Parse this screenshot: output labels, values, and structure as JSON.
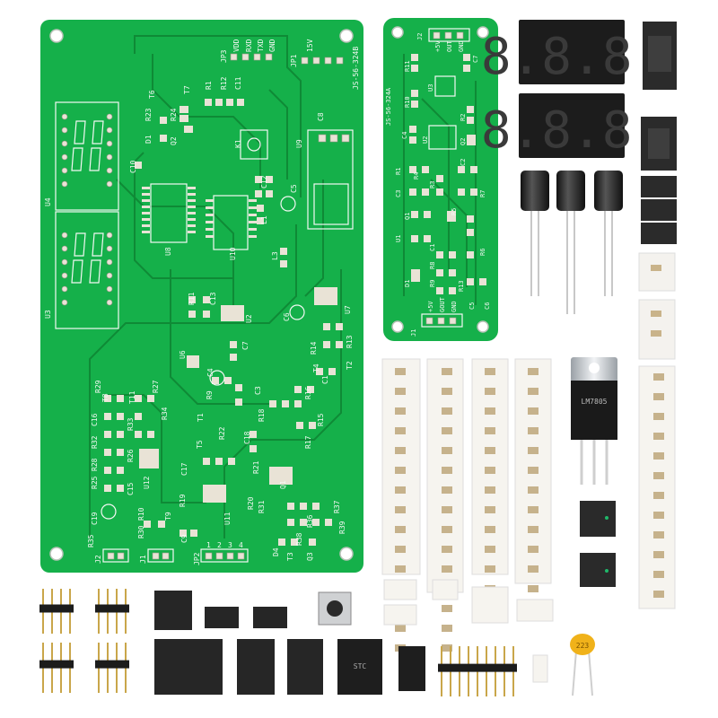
{
  "board_main": {
    "name": "JS-56-324B",
    "labels": [
      "U4",
      "U3",
      "U8",
      "U10",
      "U9",
      "C10",
      "C12",
      "C5",
      "C8",
      "L1",
      "L3",
      "K1",
      "T6",
      "T7",
      "R23",
      "R24",
      "D1",
      "Q2",
      "R1",
      "R12",
      "C11",
      "JP3",
      "JP1",
      "RXD",
      "TXD",
      "VDD",
      "GND",
      "15V",
      "R11",
      "C13",
      "U2",
      "C6",
      "U7",
      "U6",
      "C7",
      "C4",
      "R14",
      "R13",
      "T4",
      "T2",
      "C1",
      "R9",
      "C3",
      "R29",
      "T8",
      "C16",
      "R27",
      "R33",
      "R34",
      "R32",
      "T11",
      "R26",
      "R28",
      "U12",
      "R25",
      "C15",
      "C19",
      "R35",
      "J2",
      "R30",
      "J1",
      "R10",
      "T9",
      "C9",
      "JP2",
      "R19",
      "R20",
      "U11",
      "R22",
      "T5",
      "C17",
      "R21",
      "R18",
      "T1",
      "C18",
      "R16",
      "R17",
      "R15",
      "R31",
      "D4",
      "T3",
      "R36",
      "R37",
      "R39",
      "R38",
      "Q3",
      "Q1",
      "1",
      "2",
      "3",
      "4"
    ]
  },
  "board_small": {
    "name": "JS-56-324A",
    "labels": [
      "J2",
      "+5V",
      "OUT",
      "GND",
      "R11",
      "C7",
      "U3",
      "R10",
      "R2",
      "C4",
      "U2",
      "Q2",
      "C2",
      "C3",
      "R1",
      "R4",
      "R3",
      "Q1",
      "R5",
      "R7",
      "R6",
      "U1",
      "C1",
      "R8",
      "R9",
      "D1",
      "R13",
      "C5",
      "C6",
      "J1",
      "+5V",
      "GOUT",
      "GND"
    ]
  },
  "kit_parts": {
    "displays": [
      "8.8.8.",
      "8.8.8."
    ],
    "regulator_marking": "LM7805",
    "ic_marking": "STC",
    "capacitor_marking": "223"
  }
}
